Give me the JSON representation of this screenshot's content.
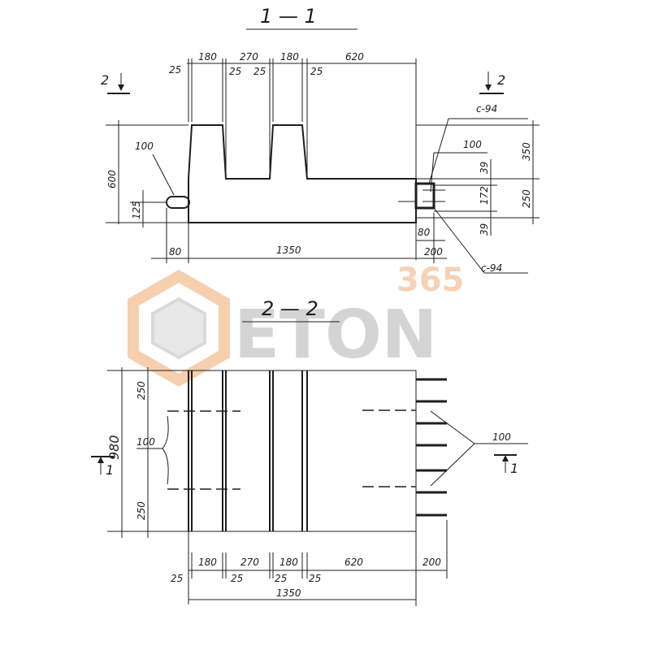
{
  "watermark": {
    "number": "365",
    "word": "ETON",
    "color_grey": "#d4d4d4",
    "color_orange": "#f3a66c"
  },
  "section_1": {
    "title": "1 — 1",
    "cut_left": "2",
    "cut_right": "2",
    "top_dims": [
      "180",
      "270",
      "180",
      "620"
    ],
    "top_small": [
      "25",
      "25",
      "25",
      "25"
    ],
    "left_height": "600",
    "left_small": "125",
    "left_callout": "100",
    "right_callout": "100",
    "right_dims": [
      "350",
      "250"
    ],
    "right_small": [
      "39",
      "172",
      "39"
    ],
    "rebar_top": "с-94",
    "rebar_bottom": "с-94",
    "bottom_left": "80",
    "bottom_total": "1350",
    "bottom_right_a": "80",
    "bottom_right_b": "200"
  },
  "section_2": {
    "title": "2 — 2",
    "left_height": "980",
    "left_top": "250",
    "left_bottom": "250",
    "left_callout": "100",
    "right_callout": "100",
    "cut_left": "1",
    "cut_right": "1",
    "bottom_dims": [
      "180",
      "270",
      "180",
      "620",
      "200"
    ],
    "bottom_small": [
      "25",
      "25",
      "25",
      "25"
    ],
    "bottom_total": "1350"
  }
}
